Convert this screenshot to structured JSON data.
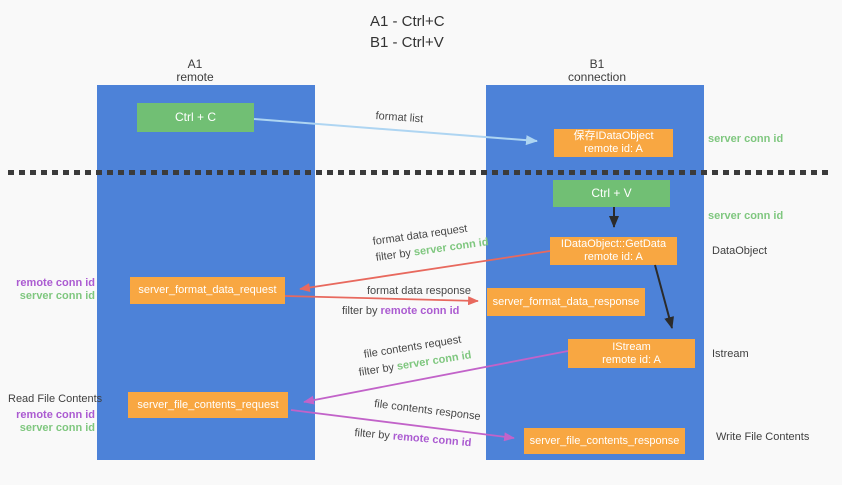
{
  "title": {
    "line1": "A1 - Ctrl+C",
    "line2": "B1 - Ctrl+V"
  },
  "lanes": {
    "left": {
      "name": "A1",
      "role": "remote"
    },
    "right": {
      "name": "B1",
      "role": "connection"
    }
  },
  "nodes": {
    "ctrl_c": {
      "label": "Ctrl + C"
    },
    "ctrl_v": {
      "label": "Ctrl + V"
    },
    "save_idataobject": {
      "line1": "保存IDataObject",
      "line2": "remote id: A"
    },
    "getdata": {
      "line1": "IDataObject::GetData",
      "line2": "remote id: A"
    },
    "istream": {
      "line1": "IStream",
      "line2": "remote id: A"
    },
    "format_request": {
      "label": "server_format_data_request"
    },
    "format_response": {
      "label": "server_format_data_response"
    },
    "file_request": {
      "label": "server_file_contents_request"
    },
    "file_response": {
      "label": "server_file_contents_response"
    }
  },
  "flow_labels": {
    "format_list": "format list",
    "format_data_request": "format data request",
    "format_data_response": "format data response",
    "file_contents_request": "file contents request",
    "file_contents_response": "file contents response",
    "filter_by": "filter by ",
    "server_conn_id": "server conn id",
    "remote_conn_id": "remote conn id"
  },
  "side_labels": {
    "server_conn_id_top": "server conn id",
    "server_conn_id_mid": "server conn id",
    "dataobject": "DataObject",
    "istream": "Istream",
    "read_file_contents": "Read File Contents",
    "write_file_contents": "Write File Contents",
    "remote_conn_id": "remote conn id",
    "server_conn_id": "server conn id"
  },
  "colors": {
    "lane_blue": "#4d82d8",
    "box_orange": "#f8a742",
    "box_green": "#71bf74",
    "text_green": "#7fc77f",
    "text_purple": "#ab5bd1",
    "arrow_red": "#e8695e",
    "arrow_magenta": "#c263c9",
    "arrow_blue": "#aed5f2",
    "arrow_black": "#2b2b2b",
    "text_dark": "#3f3f3f",
    "background": "#f9f9f9"
  }
}
